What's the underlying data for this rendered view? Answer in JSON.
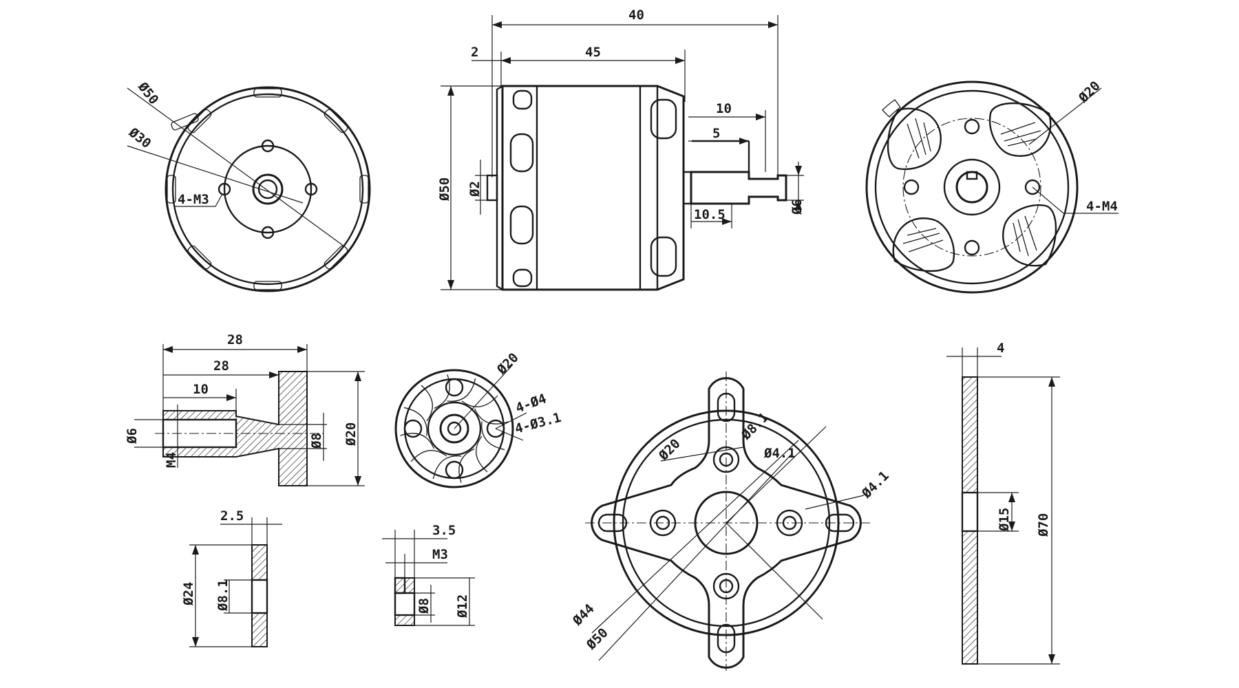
{
  "views": {
    "front": {
      "dia_outer": "Ø50",
      "dia_bolt": "Ø30",
      "holes": "4-M3"
    },
    "side": {
      "overall_length": "40",
      "body_length": "45",
      "gap": "2",
      "shaft_length": "10",
      "shaft_step": "5",
      "shaft_dia": "Ø6",
      "body_dia": "Ø50",
      "spigot_dia": "Ø2",
      "flange_length": "10.5"
    },
    "rear": {
      "bolt_circle": "Ø20",
      "holes": "4-M4"
    },
    "adapter": {
      "len_outer": "28",
      "len_inner": "28",
      "bore_depth": "10",
      "bore_dia": "Ø6",
      "hub_dia": "Ø8",
      "flange_dia": "Ø20",
      "thread": "M4"
    },
    "prop_hub": {
      "dia": "Ø20",
      "holes_a": "4-Ø4",
      "holes_b": "4-Ø3.1"
    },
    "washer": {
      "thickness": "2.5",
      "outer": "Ø24",
      "inner": "Ø8.1"
    },
    "nut": {
      "height": "3.5",
      "thread": "M3",
      "inner": "Ø8",
      "outer": "Ø12"
    },
    "mount": {
      "dia_a": "Ø8.1",
      "dia_b": "Ø4.1",
      "dia_c": "Ø4.1",
      "bolt_circle": "Ø20",
      "dia_d": "Ø44",
      "dia_e": "Ø50"
    },
    "plate": {
      "thickness": "4",
      "inner": "Ø15",
      "outer": "Ø70"
    }
  }
}
